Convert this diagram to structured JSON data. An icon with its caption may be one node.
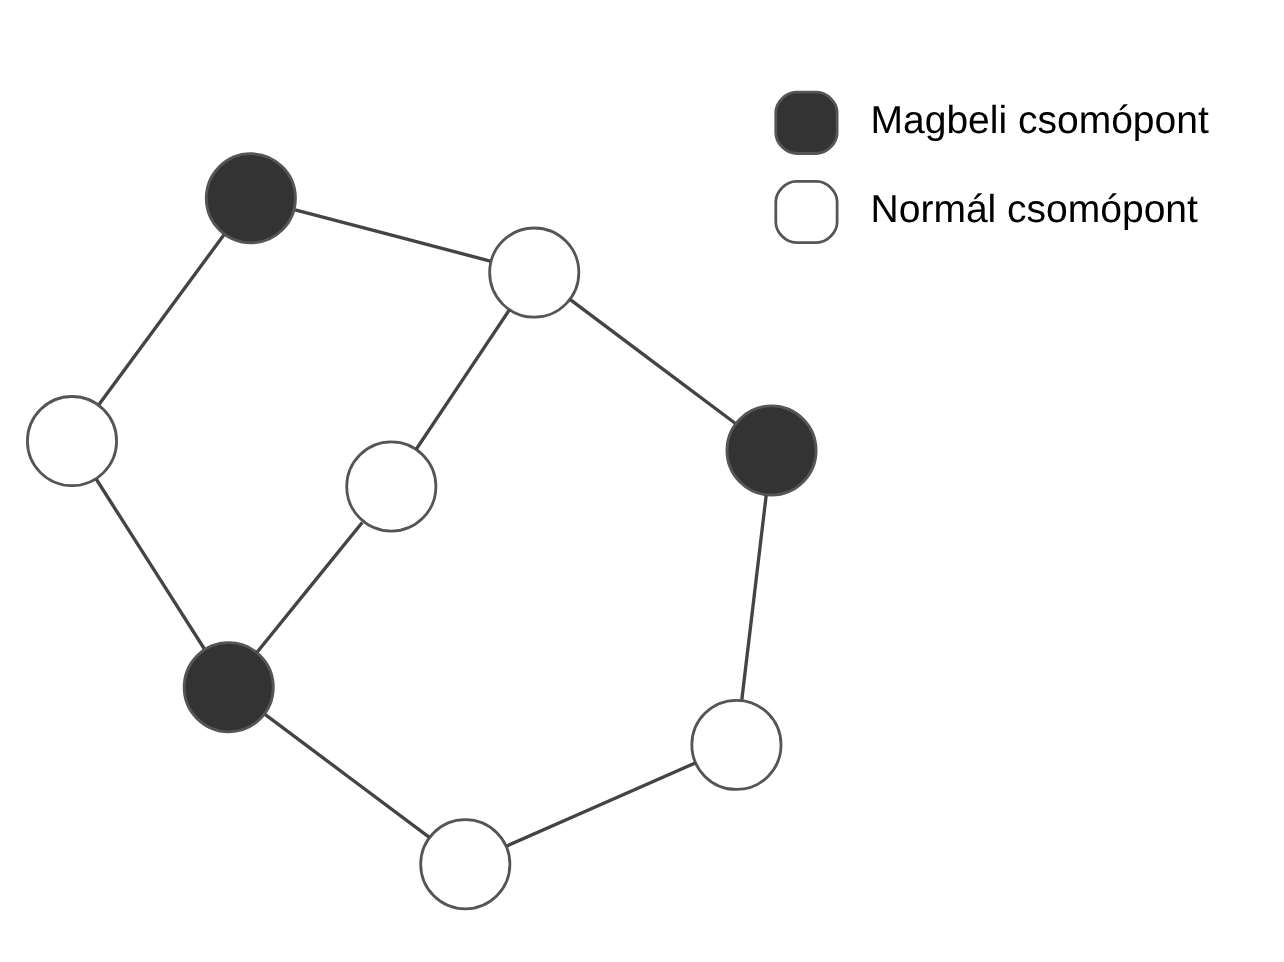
{
  "diagram": {
    "nodes": [
      {
        "text": [],
        "shape": "circle"
      },
      {
        "text": [],
        "shape": "circle"
      },
      {
        "text": [],
        "shape": "circle"
      },
      {
        "text": [],
        "shape": "circle"
      },
      {
        "text": [],
        "shape": "circle"
      },
      {
        "text": [],
        "shape": "circle"
      },
      {
        "text": [],
        "shape": "circle"
      },
      {
        "text": [],
        "shape": "circle"
      }
    ],
    "edges": [
      {
        "from": 1,
        "to": 0,
        "arrow": "none"
      },
      {
        "from": 0,
        "to": 3,
        "arrow": "none"
      },
      {
        "from": 3,
        "to": 6,
        "arrow": "none"
      },
      {
        "from": 6,
        "to": 7,
        "arrow": "none"
      },
      {
        "from": 7,
        "to": 5,
        "arrow": "none"
      },
      {
        "from": 5,
        "to": 2,
        "arrow": "none"
      },
      {
        "from": 2,
        "to": 1,
        "arrow": "none"
      },
      {
        "from": 1,
        "to": 4,
        "arrow": "none"
      },
      {
        "from": 4,
        "to": 6,
        "arrow": "none"
      }
    ],
    "legend": [
      {
        "text": "Magbeli csomópont"
      },
      {
        "text": "Normál csomópont"
      }
    ]
  }
}
